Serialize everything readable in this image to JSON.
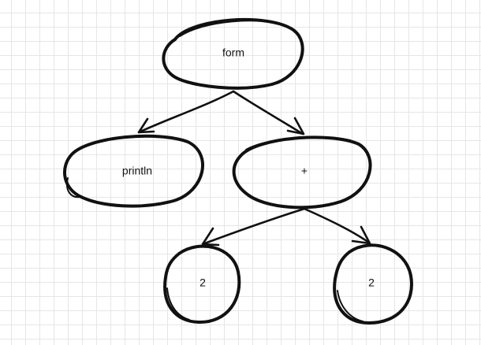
{
  "diagram": {
    "type": "tree",
    "nodes": {
      "root": {
        "label": "form"
      },
      "left_child": {
        "label": "println"
      },
      "right_child": {
        "label": "+"
      },
      "right_left_leaf": {
        "label": "2"
      },
      "right_right_leaf": {
        "label": "2"
      }
    },
    "edges": [
      {
        "from": "root",
        "to": "left_child"
      },
      {
        "from": "root",
        "to": "right_child"
      },
      {
        "from": "right_child",
        "to": "right_left_leaf"
      },
      {
        "from": "right_child",
        "to": "right_right_leaf"
      }
    ],
    "colors": {
      "ink": "#111111",
      "grid": "#e6e6e6",
      "background": "#ffffff"
    }
  }
}
